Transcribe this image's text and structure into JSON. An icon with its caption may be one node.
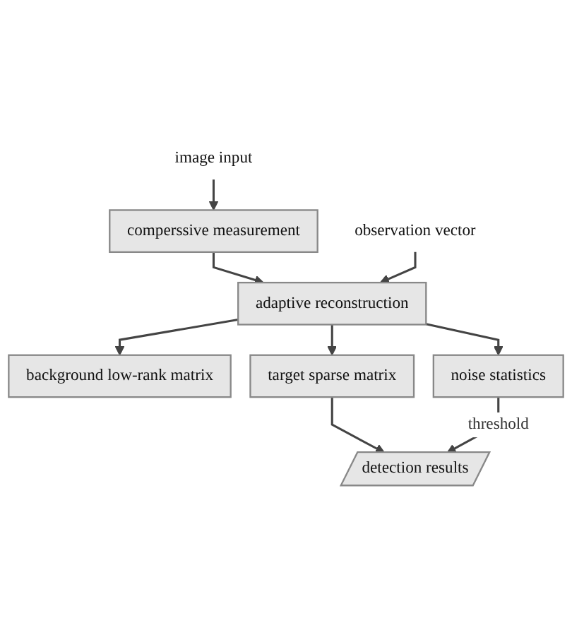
{
  "diagram": {
    "nodes": [
      {
        "text": [
          "image input"
        ]
      },
      {
        "text": [
          "comperssive measurement"
        ]
      },
      {
        "text": [
          "observation vector"
        ]
      },
      {
        "text": [
          "adaptive reconstruction"
        ]
      },
      {
        "text": [
          "background low-rank matrix"
        ]
      },
      {
        "text": [
          "target sparse matrix"
        ]
      },
      {
        "text": [
          "noise statistics"
        ]
      },
      {
        "text": [
          "detection results"
        ]
      }
    ],
    "edges": [
      {
        "from": 0,
        "to": 1,
        "arrow": "to"
      },
      {
        "from": 1,
        "to": 3,
        "arrow": "to"
      },
      {
        "from": 2,
        "to": 3,
        "arrow": "to"
      },
      {
        "from": 3,
        "to": 4,
        "arrow": "to"
      },
      {
        "from": 3,
        "to": 5,
        "arrow": "to"
      },
      {
        "from": 3,
        "to": 6,
        "arrow": "to"
      },
      {
        "from": 5,
        "to": 7,
        "arrow": "to"
      },
      {
        "from": 6,
        "to": 7,
        "arrow": "to",
        "label": "threshold"
      }
    ]
  }
}
